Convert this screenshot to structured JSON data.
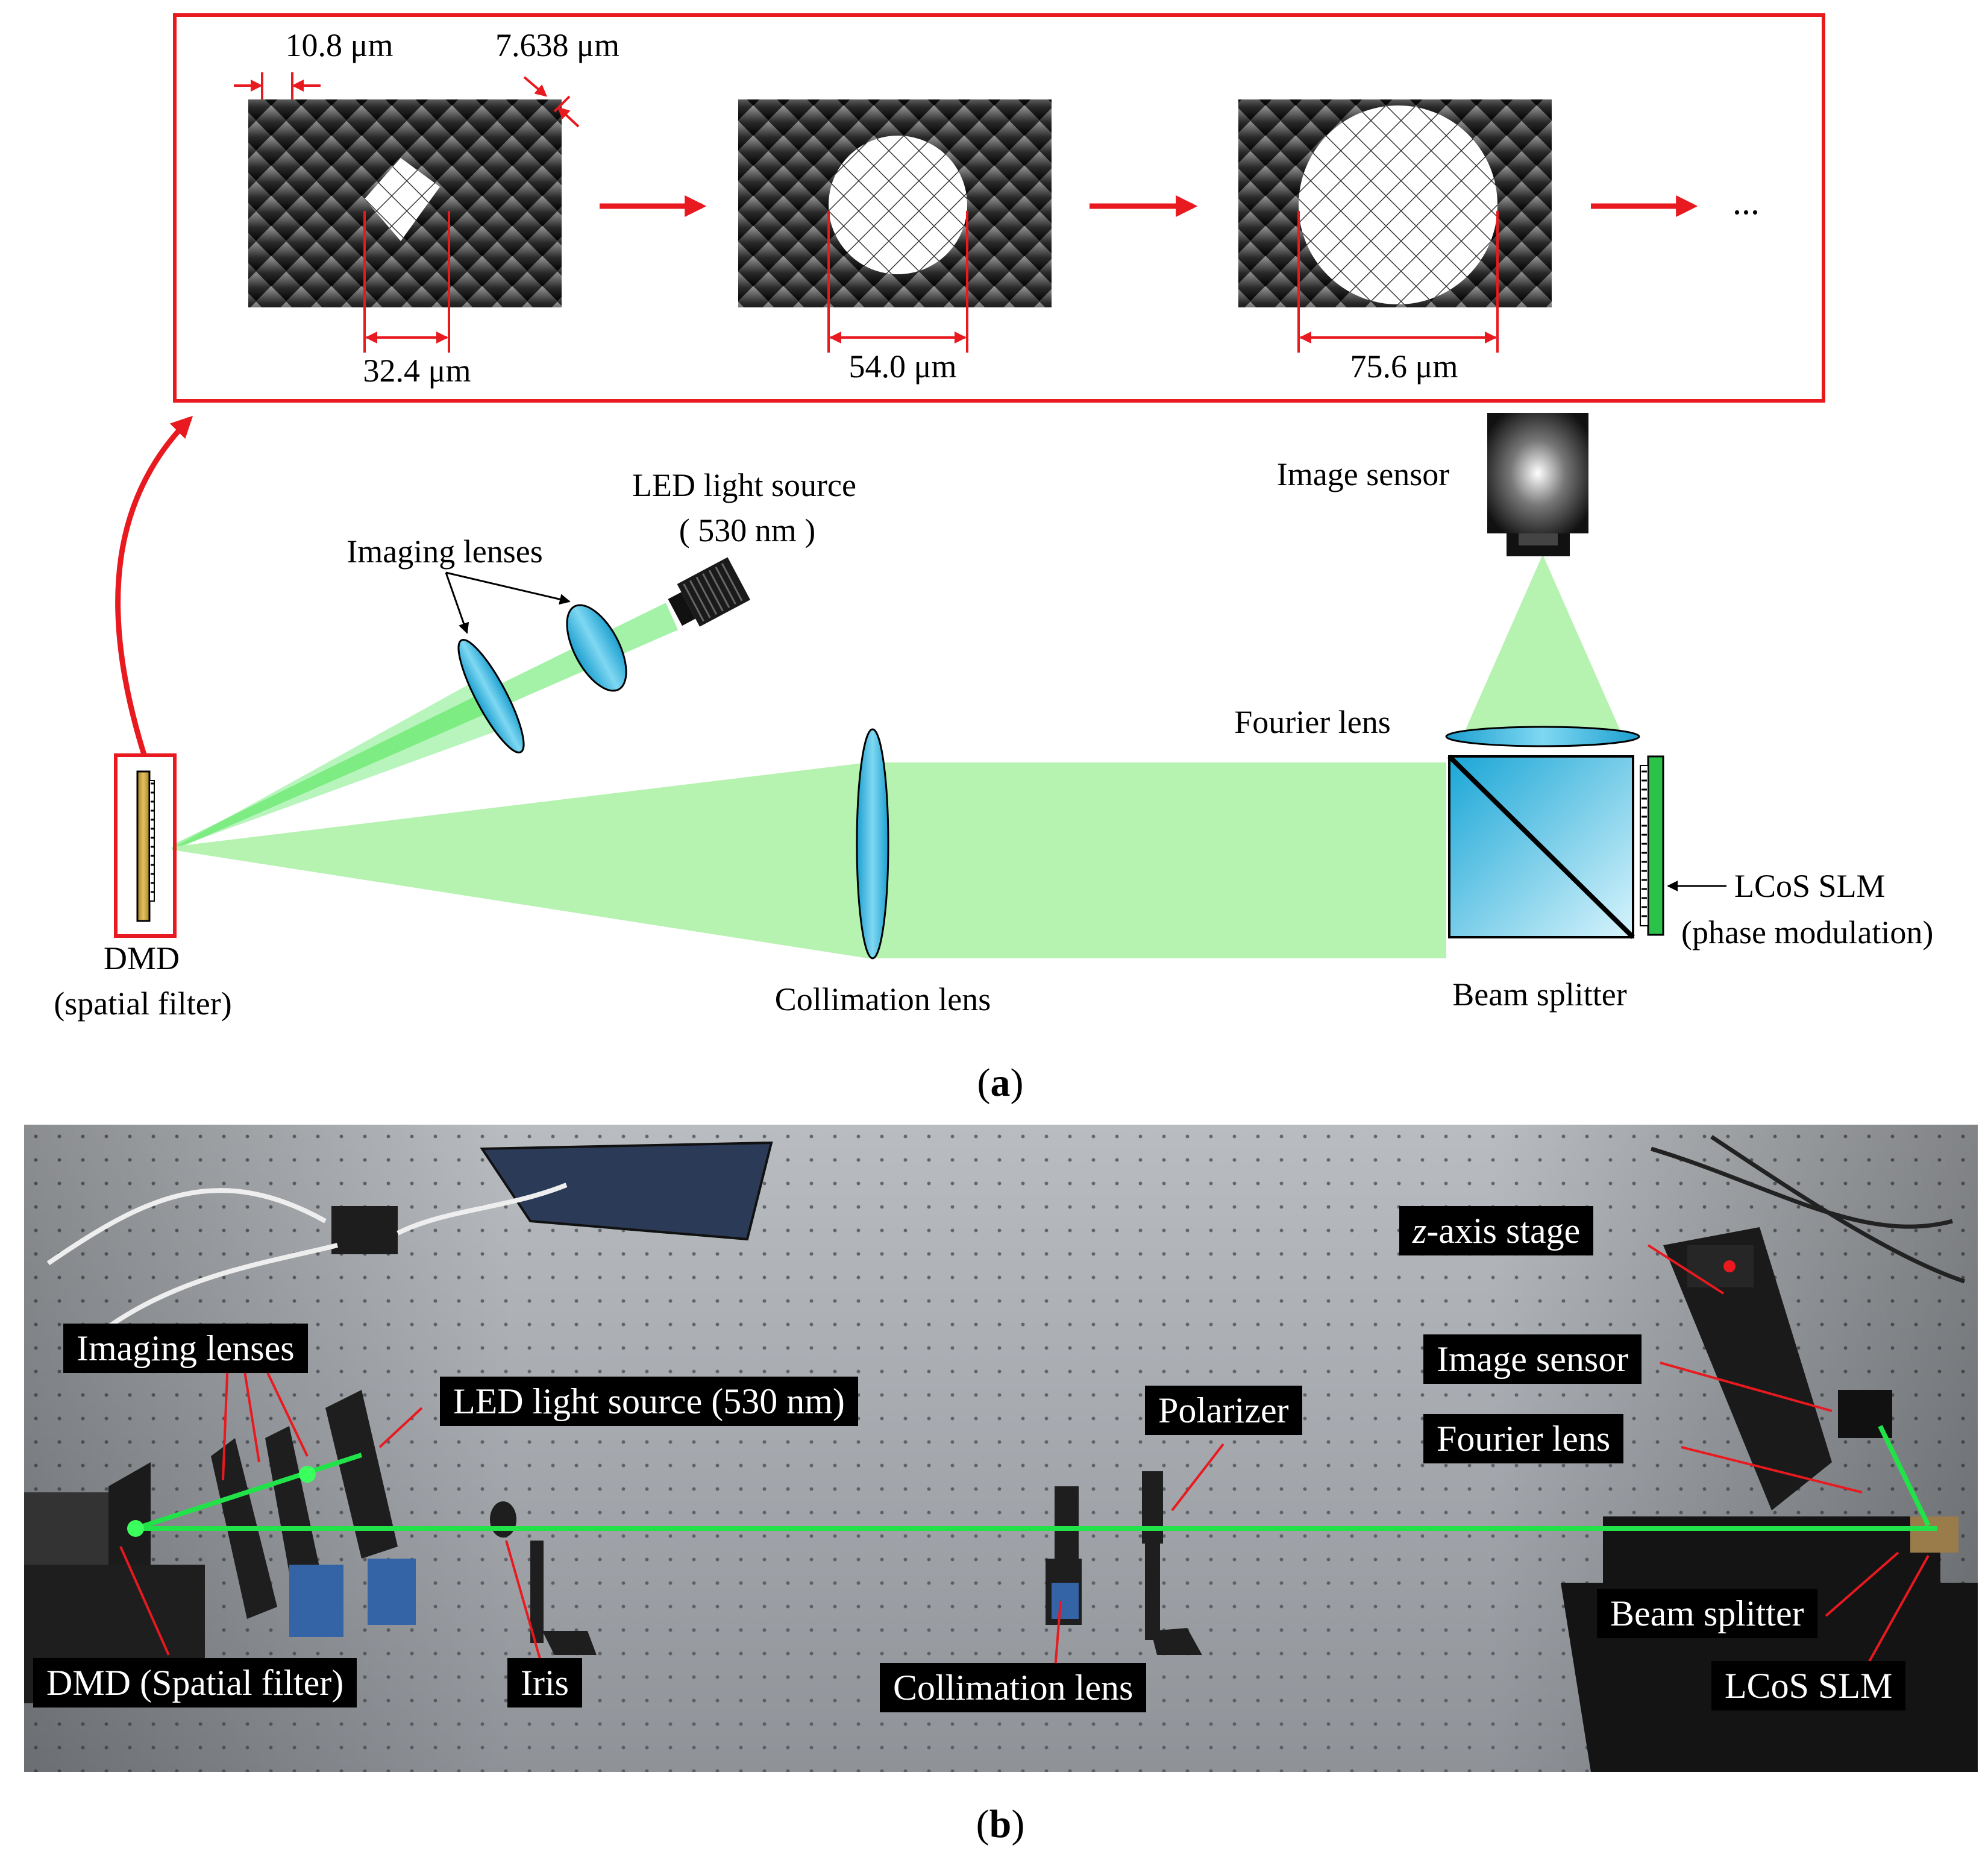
{
  "panel_a": {
    "dims": {
      "pixel_pitch": "10.8 μm",
      "diagonal": "7.638 μm",
      "aperture_1": "32.4 μm",
      "aperture_2": "54.0 μm",
      "aperture_3": "75.6 μm",
      "ellipsis": "..."
    },
    "labels": {
      "led_line1": "LED light source",
      "led_line2": "( 530 nm )",
      "imaging_lenses": "Imaging lenses",
      "image_sensor": "Image sensor",
      "fourier_lens": "Fourier lens",
      "lcos_line1": "LCoS SLM",
      "lcos_line2": "(phase modulation)",
      "dmd_line1": "DMD",
      "dmd_line2": "(spatial filter)",
      "collimation_lens": "Collimation lens",
      "beam_splitter": "Beam splitter"
    },
    "caption": "a"
  },
  "panel_b": {
    "labels": {
      "z_axis_italic": "z",
      "z_axis_rest": "-axis stage",
      "imaging_lenses": "Imaging  lenses",
      "led": "LED light source (530 nm)",
      "polarizer": "Polarizer",
      "image_sensor": "Image  sensor",
      "fourier_lens": "Fourier lens",
      "beam_splitter": "Beam splitter",
      "dmd": "DMD (Spatial filter)",
      "iris": "Iris",
      "collimation_lens": "Collimation lens",
      "lcos_slm": "LCoS SLM"
    },
    "caption": "b"
  },
  "colors": {
    "annotation_red": "#e8191f",
    "beam_green": "#b6f2b0",
    "laser_green": "#22e24a",
    "lens_cyan": "#3fbfe2"
  }
}
